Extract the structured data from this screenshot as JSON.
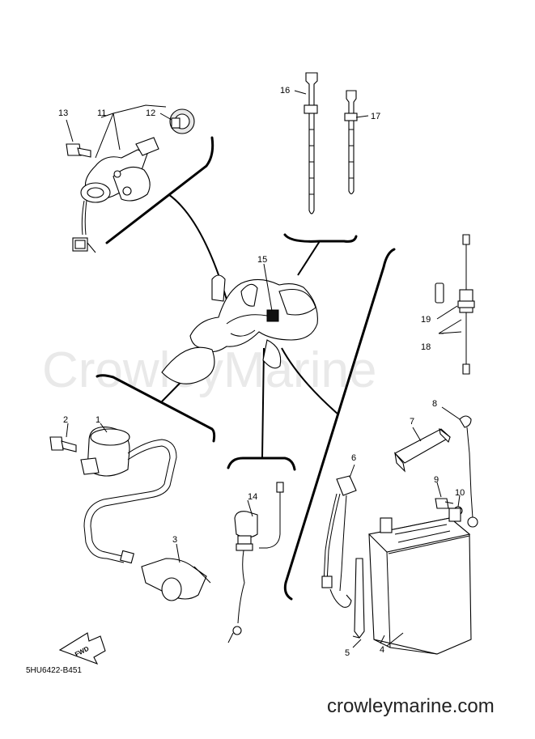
{
  "watermark": "CrowleyMarine",
  "site_text": "crowleymarine.com",
  "reference_code": "5HU6422-B451",
  "fwd_label": "FWD",
  "callouts": {
    "c1": "1",
    "c2": "2",
    "c3": "3",
    "c4": "4",
    "c5": "5",
    "c6": "6",
    "c7": "7",
    "c8": "8",
    "c9": "9",
    "c10": "10",
    "c11": "11",
    "c12": "12",
    "c13": "13",
    "c14": "14",
    "c15": "15",
    "c16": "16",
    "c17": "17",
    "c18": "18",
    "c19": "19"
  }
}
